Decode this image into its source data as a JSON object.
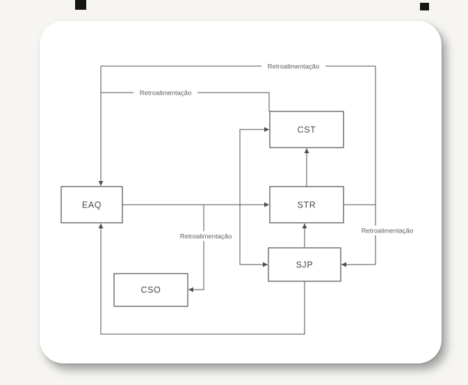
{
  "page": {
    "background_color": "#f6f5f2",
    "sheet_color": "#ffffff",
    "line_color": "#4f4f4f",
    "text_color": "#5e5e5e"
  },
  "diagram": {
    "nodes": [
      {
        "id": "eaq",
        "label": "EAQ"
      },
      {
        "id": "cst",
        "label": "CST"
      },
      {
        "id": "str",
        "label": "STR"
      },
      {
        "id": "sjp",
        "label": "SJP"
      },
      {
        "id": "cso",
        "label": "CSO"
      }
    ],
    "edge_labels": {
      "top": "Retroalimentação",
      "upper_left": "Retroalimentação",
      "right": "Retroalimentação",
      "cso": "Retroalimentação"
    }
  }
}
